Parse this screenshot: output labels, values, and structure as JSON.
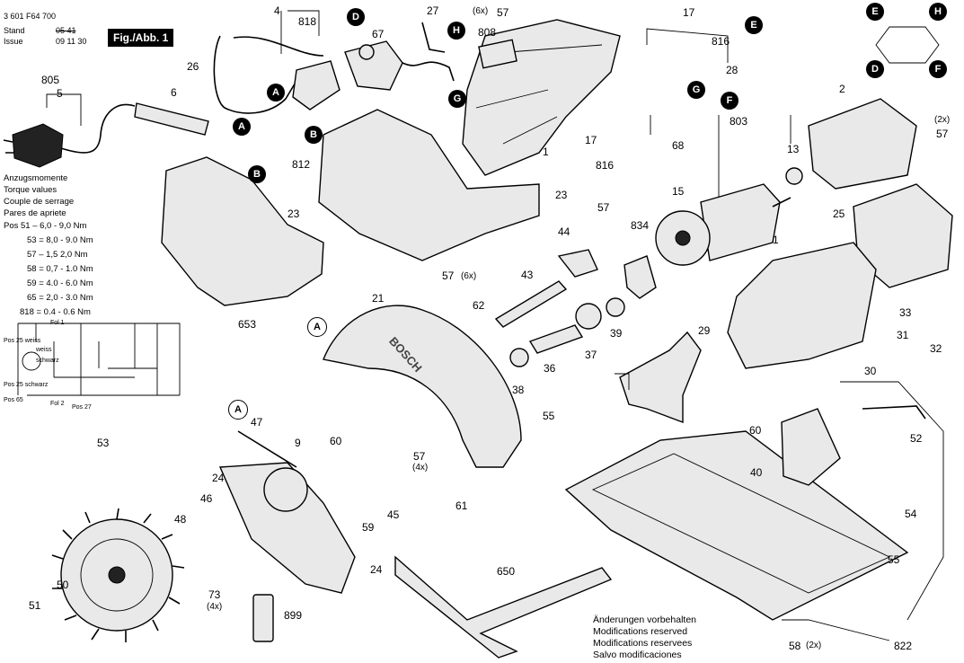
{
  "header": {
    "part_number": "3 601 F64 700",
    "stand_label": "Stand",
    "stand_value": "05 41",
    "issue_label": "Issue",
    "issue_value": "09 11 30"
  },
  "figure_label": "Fig./Abb. 1",
  "torque": {
    "lines": [
      "Anzugsmomente",
      "Torque values",
      "Couple de serrage",
      "Pares de apriete",
      "Pos 51 – 6,0 - 9,0 Nm",
      "53 = 8,0 - 9.0 Nm",
      "57 – 1,5    2,0 Nm",
      "58 = 0,7 - 1.0 Nm",
      "59 = 4.0 - 6.0 Nm",
      "65 = 2,0 - 3.0 Nm",
      "818 = 0.4 - 0.6 Nm"
    ]
  },
  "wiring_labels": [
    "Pos 25 weiss",
    "Pos 25 schwarz",
    "Pos 65",
    "weiss",
    "schwarz",
    "Pos 27",
    "Fol 2",
    "Fol 1"
  ],
  "connector_letters": [
    "A",
    "B",
    "D",
    "E",
    "F",
    "G",
    "H"
  ],
  "footer": [
    "Änderungen vorbehalten",
    "Modifications reserved",
    "Modifications reservees",
    "Salvo modificaciones"
  ],
  "callouts": [
    {
      "id": "c4",
      "label": "4"
    },
    {
      "id": "c818",
      "label": "818"
    },
    {
      "id": "c67",
      "label": "67"
    },
    {
      "id": "c27",
      "label": "27"
    },
    {
      "id": "c6x57",
      "label": "(6x)"
    },
    {
      "id": "c57a",
      "label": "57"
    },
    {
      "id": "c808",
      "label": "808"
    },
    {
      "id": "c17a",
      "label": "17"
    },
    {
      "id": "c816a",
      "label": "816"
    },
    {
      "id": "c28",
      "label": "28"
    },
    {
      "id": "c26",
      "label": "26"
    },
    {
      "id": "c805",
      "label": "805"
    },
    {
      "id": "c5",
      "label": "5"
    },
    {
      "id": "c6",
      "label": "6"
    },
    {
      "id": "c812",
      "label": "812"
    },
    {
      "id": "c2",
      "label": "2"
    },
    {
      "id": "c1a",
      "label": "1"
    },
    {
      "id": "c68",
      "label": "68"
    },
    {
      "id": "c17b",
      "label": "17"
    },
    {
      "id": "c816b",
      "label": "816"
    },
    {
      "id": "c803",
      "label": "803"
    },
    {
      "id": "c13",
      "label": "13"
    },
    {
      "id": "c2x",
      "label": "(2x)"
    },
    {
      "id": "c57b",
      "label": "57"
    },
    {
      "id": "c23a",
      "label": "23"
    },
    {
      "id": "c23b",
      "label": "23"
    },
    {
      "id": "c15",
      "label": "15"
    },
    {
      "id": "c834",
      "label": "834"
    },
    {
      "id": "c25",
      "label": "25"
    },
    {
      "id": "c57c",
      "label": "57"
    },
    {
      "id": "c44",
      "label": "44"
    },
    {
      "id": "c57d",
      "label": "57"
    },
    {
      "id": "c6xb",
      "label": "(6x)"
    },
    {
      "id": "c43",
      "label": "43"
    },
    {
      "id": "c1b",
      "label": "1"
    },
    {
      "id": "c21",
      "label": "21"
    },
    {
      "id": "c62",
      "label": "62"
    },
    {
      "id": "c653",
      "label": "653"
    },
    {
      "id": "c33",
      "label": "33"
    },
    {
      "id": "c29",
      "label": "29"
    },
    {
      "id": "c39",
      "label": "39"
    },
    {
      "id": "c31",
      "label": "31"
    },
    {
      "id": "c32",
      "label": "32"
    },
    {
      "id": "c30",
      "label": "30"
    },
    {
      "id": "c37",
      "label": "37"
    },
    {
      "id": "c36",
      "label": "36"
    },
    {
      "id": "c38",
      "label": "38"
    },
    {
      "id": "c47",
      "label": "47"
    },
    {
      "id": "c9",
      "label": "9"
    },
    {
      "id": "c60a",
      "label": "60"
    },
    {
      "id": "c53",
      "label": "53"
    },
    {
      "id": "c55a",
      "label": "55"
    },
    {
      "id": "c60b",
      "label": "60"
    },
    {
      "id": "c52",
      "label": "52"
    },
    {
      "id": "c57e",
      "label": "57"
    },
    {
      "id": "c4x",
      "label": "(4x)"
    },
    {
      "id": "c24a",
      "label": "24"
    },
    {
      "id": "c46",
      "label": "46"
    },
    {
      "id": "c40",
      "label": "40"
    },
    {
      "id": "c61",
      "label": "61"
    },
    {
      "id": "c45",
      "label": "45"
    },
    {
      "id": "c59",
      "label": "59"
    },
    {
      "id": "c54",
      "label": "54"
    },
    {
      "id": "c48",
      "label": "48"
    },
    {
      "id": "c24b",
      "label": "24"
    },
    {
      "id": "c650",
      "label": "650"
    },
    {
      "id": "c55b",
      "label": "55"
    },
    {
      "id": "c50",
      "label": "50"
    },
    {
      "id": "c73",
      "label": "73"
    },
    {
      "id": "c4xb",
      "label": "(4x)"
    },
    {
      "id": "c51",
      "label": "51"
    },
    {
      "id": "c899",
      "label": "899"
    },
    {
      "id": "c58",
      "label": "58"
    },
    {
      "id": "c2xb",
      "label": "(2x)"
    },
    {
      "id": "c822",
      "label": "822"
    }
  ],
  "bubbles": [
    {
      "id": "bD1",
      "label": "D"
    },
    {
      "id": "bH1",
      "label": "H"
    },
    {
      "id": "bE1",
      "label": "E"
    },
    {
      "id": "bA1",
      "label": "A"
    },
    {
      "id": "bB1",
      "label": "B"
    },
    {
      "id": "bA2",
      "label": "A"
    },
    {
      "id": "bB2",
      "label": "B"
    },
    {
      "id": "bG1",
      "label": "G"
    },
    {
      "id": "bG2",
      "label": "G"
    },
    {
      "id": "bF1",
      "label": "F"
    },
    {
      "id": "bE2",
      "label": "E"
    },
    {
      "id": "bH2",
      "label": "H"
    },
    {
      "id": "bD2",
      "label": "D"
    },
    {
      "id": "bF2",
      "label": "F"
    }
  ],
  "letter_circles": [
    {
      "id": "aA1",
      "label": "A"
    },
    {
      "id": "aA2",
      "label": "A"
    }
  ],
  "brand_on_guard": "BOSCH"
}
